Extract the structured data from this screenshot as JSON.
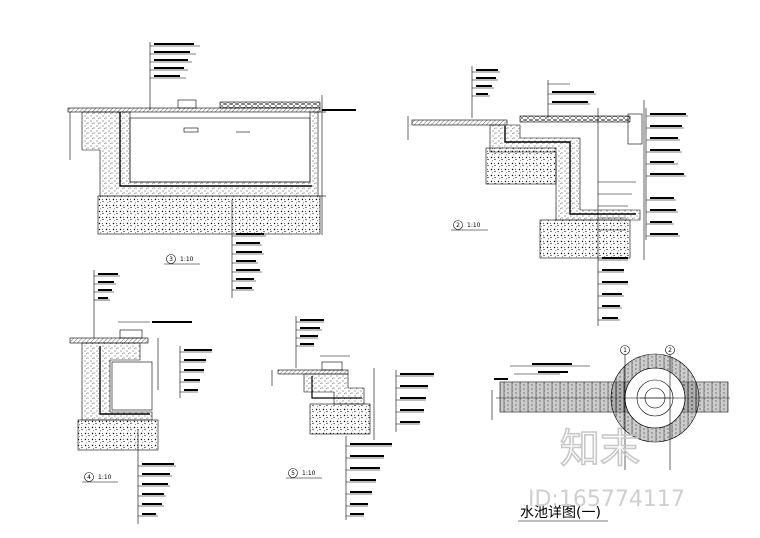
{
  "sheet_title": "水池详图(一)",
  "sections": [
    {
      "number": "3",
      "scale": "1:10"
    },
    {
      "number": "2",
      "scale": "1:10"
    },
    {
      "number": "4",
      "scale": "1:10"
    },
    {
      "number": "5",
      "scale": "1:10"
    }
  ],
  "plan_markers": [
    "1",
    "2"
  ],
  "watermark": {
    "logo": "知末",
    "id": "ID:165774117"
  },
  "colors": {
    "line": "#000000",
    "watermark": "#c8c8c8"
  }
}
